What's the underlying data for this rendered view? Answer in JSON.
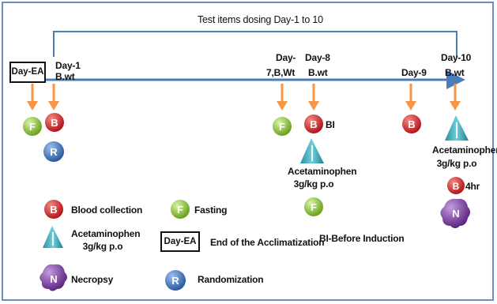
{
  "title": "Test items dosing  Day-1 to 10",
  "timeline": {
    "day_ea": "Day-EA",
    "day1": "Day-1",
    "day1_sub": "B.wt",
    "day7_top": "Day-",
    "day7_sub": "7,B,Wt",
    "day8": "Day-8",
    "day8_sub": "B.wt",
    "day9": "Day-9",
    "day10": "Day-10",
    "day10_sub": "B.wt"
  },
  "events": {
    "bi": "BI",
    "acet_day8_line1": "Acetaminophen",
    "acet_day8_line2": "3g/kg p.o",
    "acet_day10_line1": "Acetaminophen",
    "acet_day10_line2": "3g/kg p.o",
    "b_4hr": "4hr"
  },
  "symbols": {
    "blood": "B",
    "fasting": "F",
    "randomization": "R",
    "necropsy": "N"
  },
  "legend": {
    "blood_collection": "Blood collection",
    "fasting": "Fasting",
    "acet_line1": "Acetaminophen",
    "acet_line2": "3g/kg p.o",
    "day_ea_box": "Day-EA",
    "end_acclimatization": "End of the Acclimatization",
    "bi_before_induction": "BI-Before Induction",
    "necropsy": "Necropsy",
    "randomization": "Randomization"
  },
  "colors": {
    "axis": "#4a7ebb",
    "arrow": "#f79646",
    "blood": "#c0282d",
    "fasting": "#8cc63f",
    "randomization": "#3c6fb4",
    "acetaminophen": "#31a1b3",
    "necropsy": "#7d3c98",
    "frame": "#6c8ebf"
  }
}
